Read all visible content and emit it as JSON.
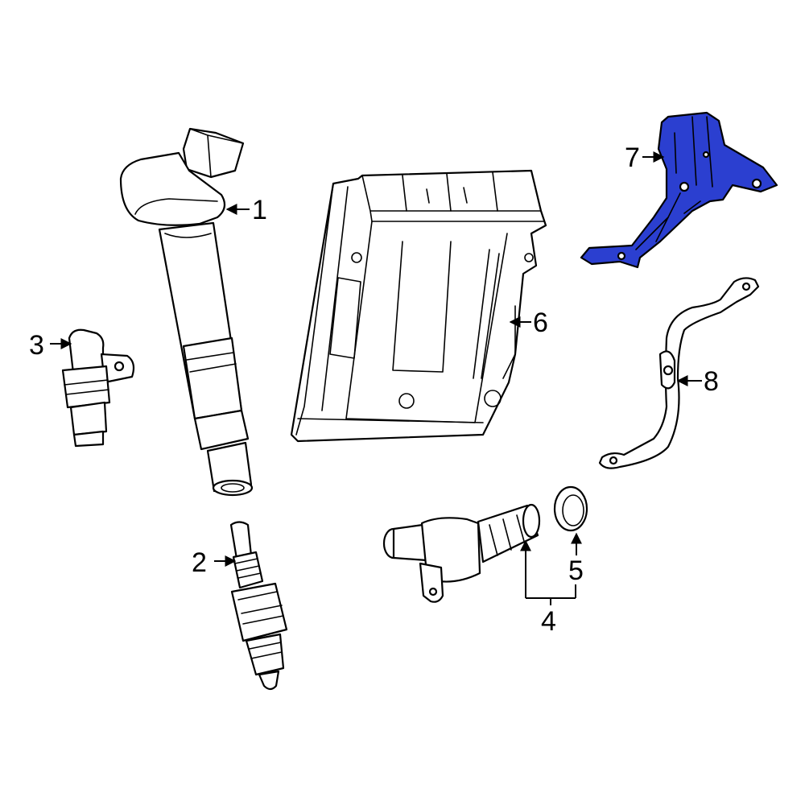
{
  "diagram": {
    "highlight_color": "#2b3fd0",
    "callouts": [
      {
        "id": "1",
        "label": "1"
      },
      {
        "id": "2",
        "label": "2"
      },
      {
        "id": "3",
        "label": "3"
      },
      {
        "id": "4",
        "label": "4"
      },
      {
        "id": "5",
        "label": "5"
      },
      {
        "id": "6",
        "label": "6"
      },
      {
        "id": "7",
        "label": "7"
      },
      {
        "id": "8",
        "label": "8"
      }
    ],
    "highlighted_part": "7"
  }
}
